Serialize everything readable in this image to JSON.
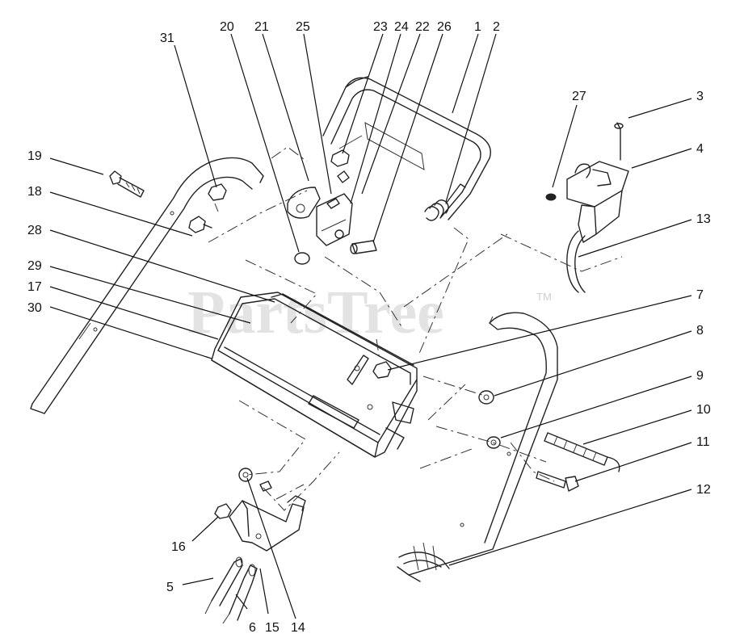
{
  "watermark": {
    "text": "PartsTree",
    "trademark": "TM"
  },
  "callouts": [
    {
      "id": "31",
      "text": "31"
    },
    {
      "id": "20",
      "text": "20"
    },
    {
      "id": "21",
      "text": "21"
    },
    {
      "id": "25",
      "text": "25"
    },
    {
      "id": "23",
      "text": "23"
    },
    {
      "id": "24",
      "text": "24"
    },
    {
      "id": "22",
      "text": "22"
    },
    {
      "id": "26",
      "text": "26"
    },
    {
      "id": "1",
      "text": "1"
    },
    {
      "id": "2",
      "text": "2"
    },
    {
      "id": "27",
      "text": "27"
    },
    {
      "id": "3",
      "text": "3"
    },
    {
      "id": "4",
      "text": "4"
    },
    {
      "id": "19",
      "text": "19"
    },
    {
      "id": "18",
      "text": "18"
    },
    {
      "id": "13",
      "text": "13"
    },
    {
      "id": "28",
      "text": "28"
    },
    {
      "id": "29",
      "text": "29"
    },
    {
      "id": "17",
      "text": "17"
    },
    {
      "id": "30",
      "text": "30"
    },
    {
      "id": "7",
      "text": "7"
    },
    {
      "id": "8",
      "text": "8"
    },
    {
      "id": "9",
      "text": "9"
    },
    {
      "id": "10",
      "text": "10"
    },
    {
      "id": "11",
      "text": "11"
    },
    {
      "id": "12",
      "text": "12"
    },
    {
      "id": "16",
      "text": "16"
    },
    {
      "id": "5",
      "text": "5"
    },
    {
      "id": "6",
      "text": "6"
    },
    {
      "id": "15",
      "text": "15"
    },
    {
      "id": "14",
      "text": "14"
    }
  ],
  "colors": {
    "line": "#222222",
    "watermark": "#d9d9d9",
    "background": "#ffffff"
  }
}
